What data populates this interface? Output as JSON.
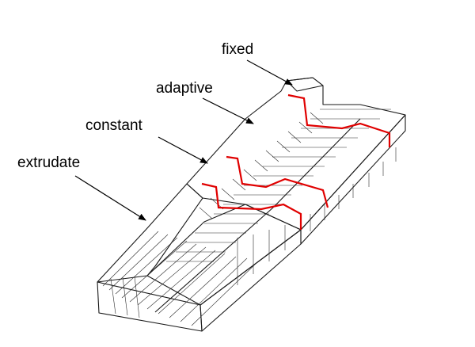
{
  "labels": {
    "fixed": "fixed",
    "adaptive": "adaptive",
    "constant": "constant",
    "extrudate": "extrudate"
  },
  "colors": {
    "top_shaded": "#dcdcdc",
    "top_white": "#ffffff",
    "side": "#eeeeee",
    "mesh_line": "#2b2b2b",
    "section_marker": "#e00000"
  }
}
